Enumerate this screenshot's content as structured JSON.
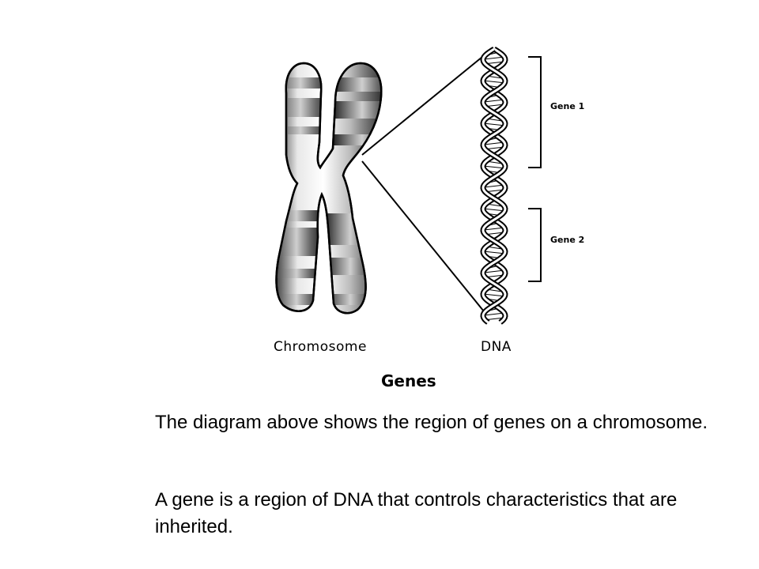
{
  "diagram": {
    "title": "Genes",
    "chromosome_label": "Chromosome",
    "dna_label": "DNA",
    "gene_labels": [
      "Gene 1",
      "Gene 2"
    ]
  },
  "text": {
    "paragraph1": "The diagram above shows the region of genes on a chromosome.",
    "paragraph2": "A gene is a region of DNA that controls characteristics that are inherited."
  }
}
